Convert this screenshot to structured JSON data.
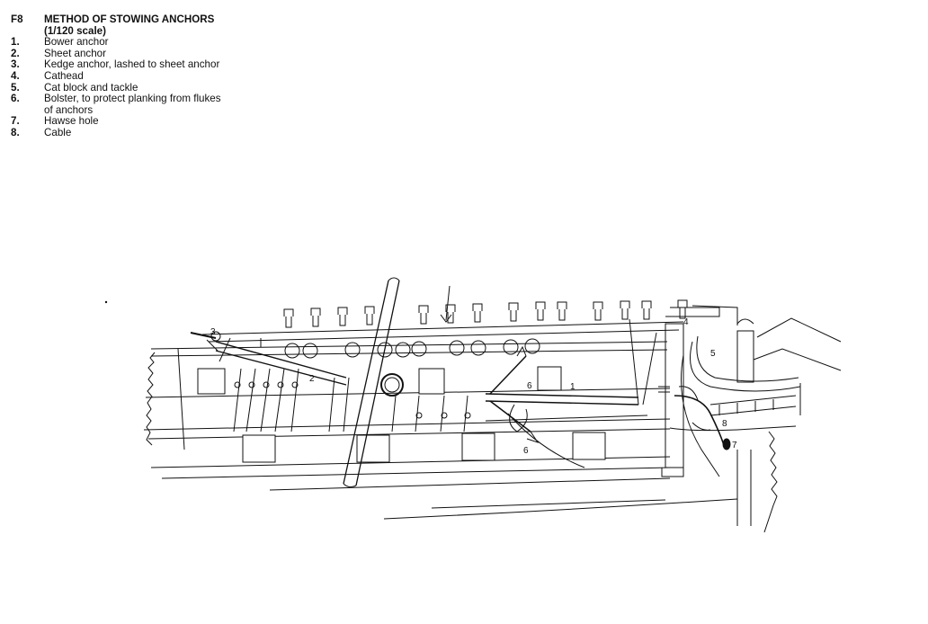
{
  "figure": {
    "id": "F8",
    "title_line1": "METHOD OF STOWING ANCHORS",
    "title_line2": "(1/120 scale)"
  },
  "legend": [
    {
      "num": "1.",
      "text": "Bower anchor"
    },
    {
      "num": "2.",
      "text": "Sheet anchor"
    },
    {
      "num": "3.",
      "text": "Kedge anchor, lashed to sheet anchor"
    },
    {
      "num": "4.",
      "text": "Cathead"
    },
    {
      "num": "5.",
      "text": "Cat block and tackle"
    },
    {
      "num": "6.",
      "text": "Bolster, to protect planking from flukes",
      "cont": "of anchors"
    },
    {
      "num": "7.",
      "text": "Hawse hole"
    },
    {
      "num": "8.",
      "text": "Cable"
    }
  ],
  "callouts": {
    "c1": "1",
    "c2": "2",
    "c3": "3",
    "c4": "4",
    "c5": "5",
    "c6a": "6",
    "c6b": "6",
    "c7": "7",
    "c8": "8"
  },
  "colors": {
    "line": "#111111",
    "paper": "#ffffff",
    "port_fill": "#ffffff"
  }
}
